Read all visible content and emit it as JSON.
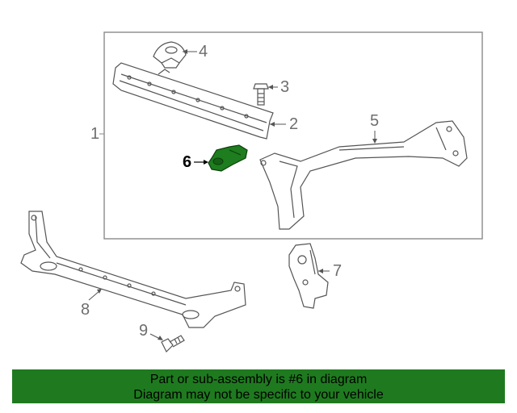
{
  "diagram": {
    "callouts": {
      "c1": "1",
      "c2": "2",
      "c3": "3",
      "c4": "4",
      "c5": "5",
      "c6": "6",
      "c7": "7",
      "c8": "8",
      "c9": "9"
    },
    "highlight_color": "#1e7d1e",
    "highlighted_part": "6"
  },
  "banner": {
    "line1": "Part or sub-assembly is #6 in diagram",
    "line2": "Diagram may not be specific to your vehicle",
    "background": "#1f7a1f"
  }
}
